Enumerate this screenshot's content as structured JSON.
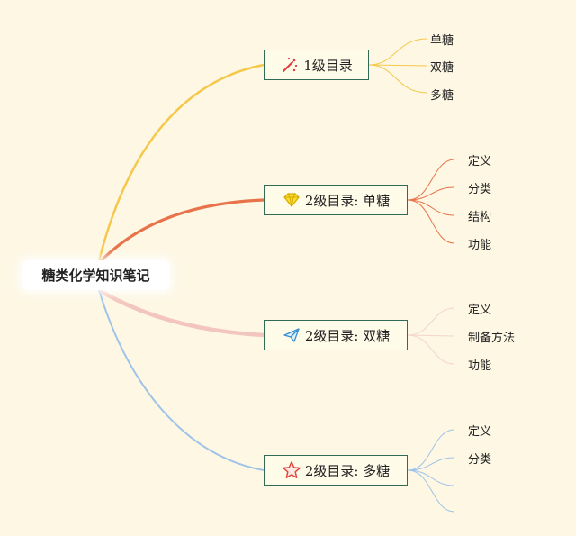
{
  "root": {
    "label": "糖类化学知识笔记"
  },
  "topics": [
    {
      "label": "1级目录",
      "icon": "magic-wand-icon",
      "color": "#f5c84a",
      "children": [
        "单糖",
        "双糖",
        "多糖"
      ]
    },
    {
      "label": "2级目录: 单糖",
      "icon": "diamond-icon",
      "color": "#e8734a",
      "children": [
        "定义",
        "分类",
        "结构",
        "功能"
      ]
    },
    {
      "label": "2级目录: 双糖",
      "icon": "paper-plane-icon",
      "color": "#f3c6bd",
      "children": [
        "定义",
        "制备方法",
        "功能"
      ]
    },
    {
      "label": "2级目录: 多糖",
      "icon": "star-icon",
      "color": "#9fc3e8",
      "children": [
        "定义",
        "分类"
      ]
    }
  ]
}
